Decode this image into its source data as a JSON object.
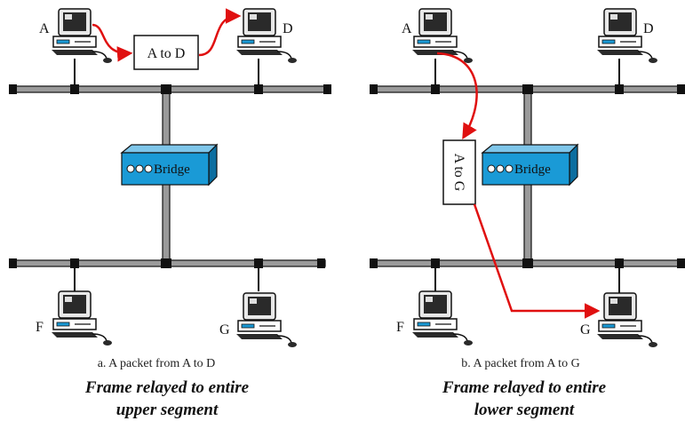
{
  "panels": [
    {
      "caption": "a. A packet from A to D",
      "subtitle_line1": "Frame relayed to entire",
      "subtitle_line2": "upper segment",
      "bridge_label": "Bridge",
      "frame_label": "A to D",
      "nodes": {
        "A": "A",
        "D": "D",
        "F": "F",
        "G": "G"
      }
    },
    {
      "caption": "b. A packet from A to G",
      "subtitle_line1": "Frame relayed to entire",
      "subtitle_line2": "lower segment",
      "bridge_label": "Bridge",
      "frame_label": "A to G",
      "nodes": {
        "A": "A",
        "D": "D",
        "F": "F",
        "G": "G"
      }
    }
  ],
  "colors": {
    "bus": "#9a9a9a",
    "bus_outline": "#111111",
    "bridge_fill": "#1a9ad6",
    "arrow": "#e01010",
    "monitor": "#2a2a2a",
    "computer_base": "#ffffff"
  },
  "icons": {
    "computer": "computer-icon",
    "bridge": "bridge-device-icon"
  }
}
